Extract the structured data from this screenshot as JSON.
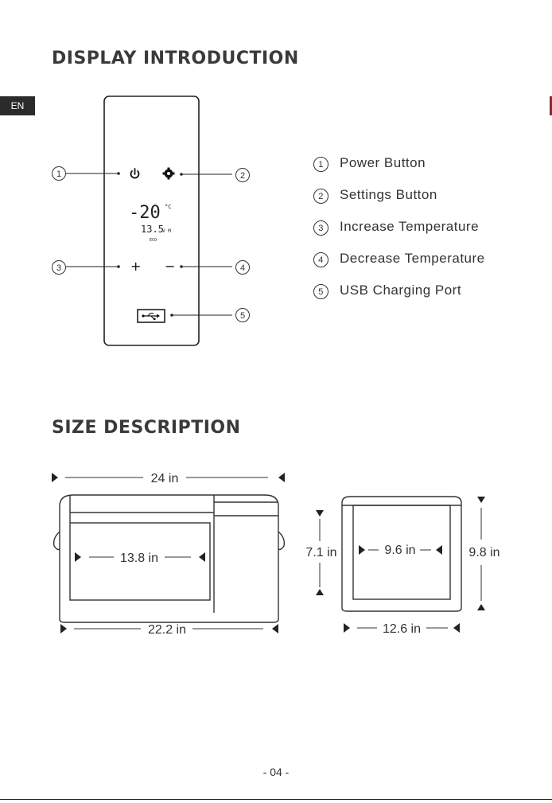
{
  "sections": {
    "display_title": "DISPLAY INTRODUCTION",
    "size_title": "SIZE DESCRIPTION"
  },
  "lang_tab": "EN",
  "panel": {
    "temp_value": "-20",
    "temp_unit": "°C",
    "sub_value": "13.5",
    "sub_flags": "V M",
    "eco": "ECO",
    "plus": "+",
    "minus": "−"
  },
  "callouts": [
    "1",
    "2",
    "3",
    "4",
    "5"
  ],
  "legend": [
    {
      "num": "1",
      "label": "Power Button"
    },
    {
      "num": "2",
      "label": "Settings Button"
    },
    {
      "num": "3",
      "label": "Increase Temperature"
    },
    {
      "num": "4",
      "label": "Decrease Temperature"
    },
    {
      "num": "5",
      "label": "USB Charging Port"
    }
  ],
  "dimensions": {
    "front_total_width": "24 in",
    "front_inner_width": "13.8 in",
    "front_base_width": "22.2 in",
    "side_inner_height": "7.1 in",
    "side_inner_width": "9.6 in",
    "side_total_height": "9.8 in",
    "side_base_width": "12.6 in"
  },
  "icons": {
    "power": "power-icon",
    "settings": "gear-icon",
    "usb": "usb-icon"
  },
  "colors": {
    "tab_background": "#2b2b2b",
    "edge_mark": "#8a2b2b"
  },
  "page_number": "- 04 -"
}
